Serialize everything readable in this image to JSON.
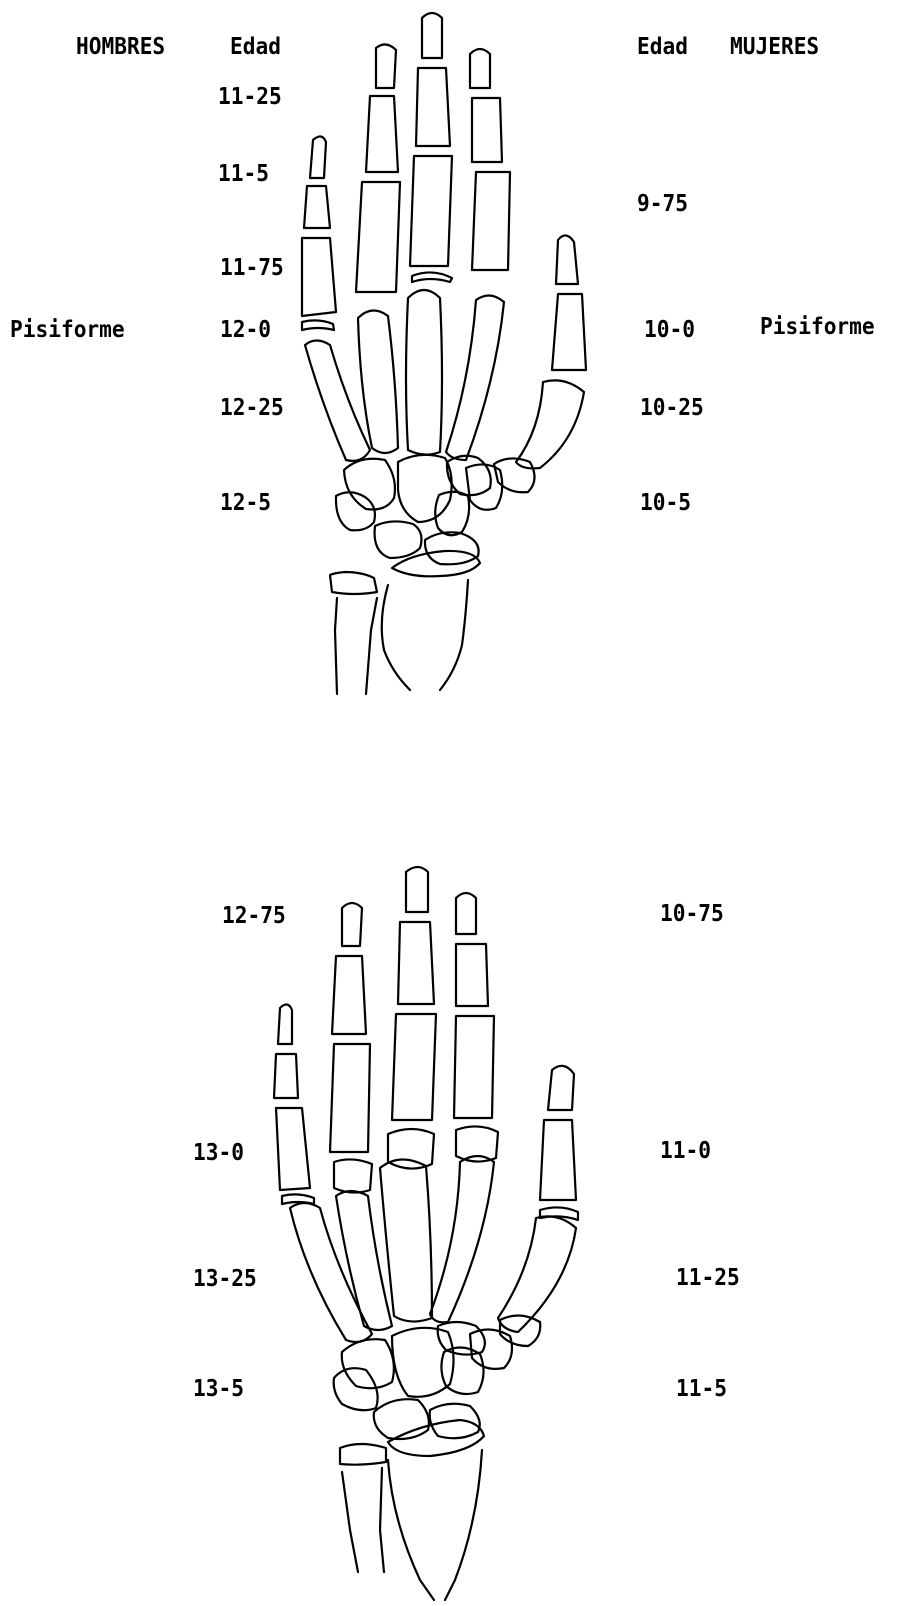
{
  "header": {
    "left_group": "HOMBRES",
    "left_age": "Edad",
    "right_age": "Edad",
    "right_group": "MUJERES"
  },
  "top_figure": {
    "left_ages": [
      "11-25",
      "11-5",
      "11-75",
      "12-0",
      "12-25",
      "12-5"
    ],
    "right_ages": [
      "9-75",
      "10-0",
      "10-25",
      "10-5"
    ],
    "left_landmark": "Pisiforme",
    "right_landmark": "Pisiforme"
  },
  "bottom_figure": {
    "left_ages": [
      "12-75",
      "13-0",
      "13-25",
      "13-5"
    ],
    "right_ages": [
      "10-75",
      "11-0",
      "11-25",
      "11-5"
    ]
  }
}
